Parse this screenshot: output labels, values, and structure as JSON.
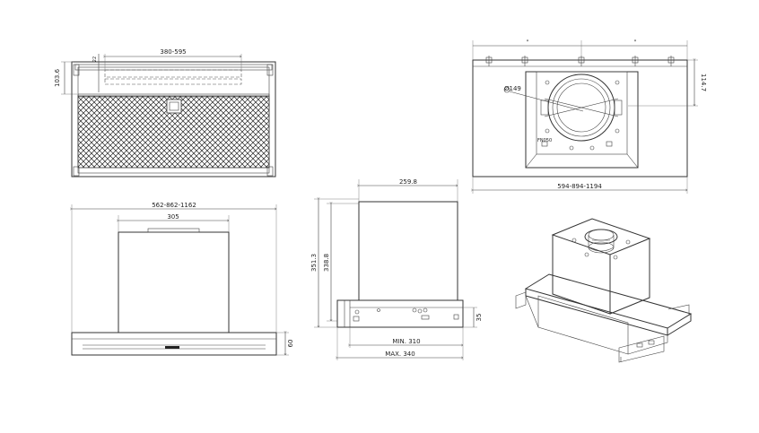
{
  "views": {
    "bottom": {
      "dim_width": "380-595",
      "dim_height": "103.6",
      "dim_small": "22"
    },
    "top": {
      "dim_total": "594-894-1194",
      "dim_depth": "114.7",
      "dim_diameter": "Ø149",
      "label_fan": "FN050",
      "marker_left": "*",
      "marker_right": "*"
    },
    "front": {
      "dim_total": "562-862-1162",
      "dim_chimney": "305",
      "dim_height": "60"
    },
    "side": {
      "dim_top": "259.8",
      "dim_outer": "351.3",
      "dim_inner": "338.8",
      "dim_min": "MIN. 310",
      "dim_max": "MAX. 340",
      "dim_side": "35"
    }
  }
}
